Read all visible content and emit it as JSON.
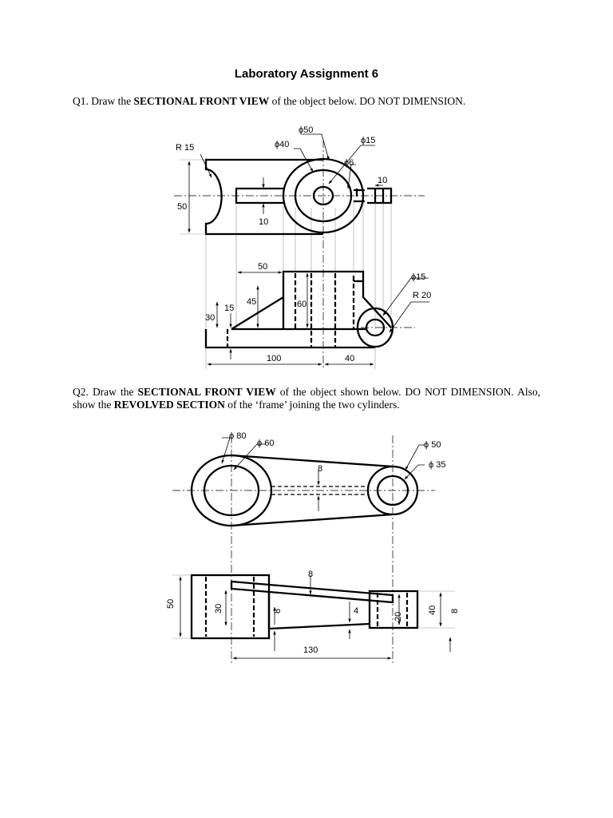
{
  "title": "Laboratory Assignment 6",
  "q1": {
    "number": "Q1.",
    "pre": "Draw the",
    "bold": "SECTIONAL FRONT VIEW",
    "post": "of the object below. DO NOT DIMENSION.",
    "dimensions": {
      "r15": "R 15",
      "d50": "ϕ50",
      "d40": "ϕ40",
      "d15_top": "ϕ15",
      "d6": "ϕ6",
      "w10_right": "10",
      "h50": "50",
      "w10_slot": "10",
      "w50": "50",
      "h45": "45",
      "h60": "60",
      "h15": "15",
      "h30": "30",
      "d15_front": "ϕ15",
      "r20": "R 20",
      "w100": "100",
      "w40": "40"
    }
  },
  "q2": {
    "number": "Q2.",
    "pre": "Draw the",
    "bold1": "SECTIONAL FRONT VIEW",
    "mid": "of the object shown below. DO NOT DIMENSION. Also, show the",
    "bold2": "REVOLVED SECTION",
    "post": "of the ‘frame’ joining the two cylinders.",
    "dimensions": {
      "d80": "ϕ 80",
      "d60": "ϕ 60",
      "d50": "ϕ 50",
      "d35": "ϕ 35",
      "t8_top": "8",
      "t8_front": "8",
      "h50": "50",
      "h30": "30",
      "h8_left": "8",
      "h4": "4",
      "h20": "20",
      "h40": "40",
      "h8_right": "8",
      "w130": "130"
    }
  }
}
